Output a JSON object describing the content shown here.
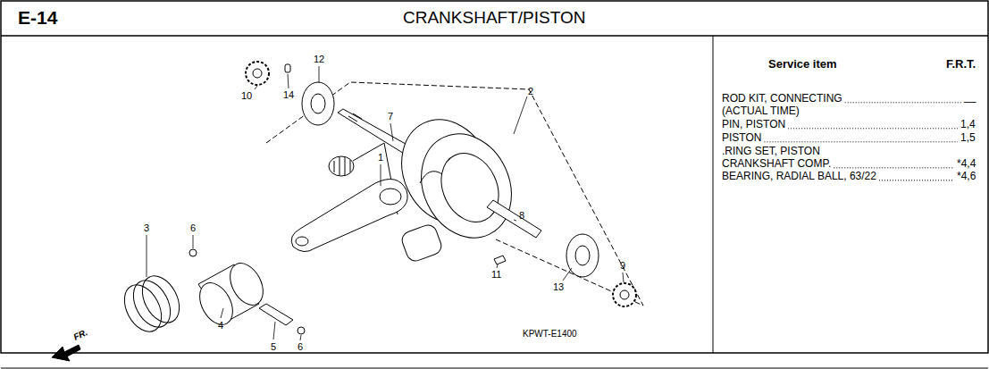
{
  "diagram": {
    "title": "CRANKSHAFT/PISTON",
    "labels": [
      "E-14",
      "Service item",
      "F.R.T.",
      "ROD KIT, CONNECTING",
      "__",
      "(ACTUAL TIME)",
      "PIN, PISTON",
      "1,4",
      "PISTON",
      "1,5",
      ".RING SET, PISTON",
      "CRANKSHAFT COMP.",
      "*4,4",
      "BEARING, RADIAL BALL, 63/22",
      "*4,6",
      "12",
      "10",
      "14",
      "7",
      "2",
      "1",
      "3",
      "6",
      "8",
      "13",
      "9",
      "11",
      "4",
      "5",
      "6",
      "KPWT-E1400",
      "FR."
    ]
  }
}
